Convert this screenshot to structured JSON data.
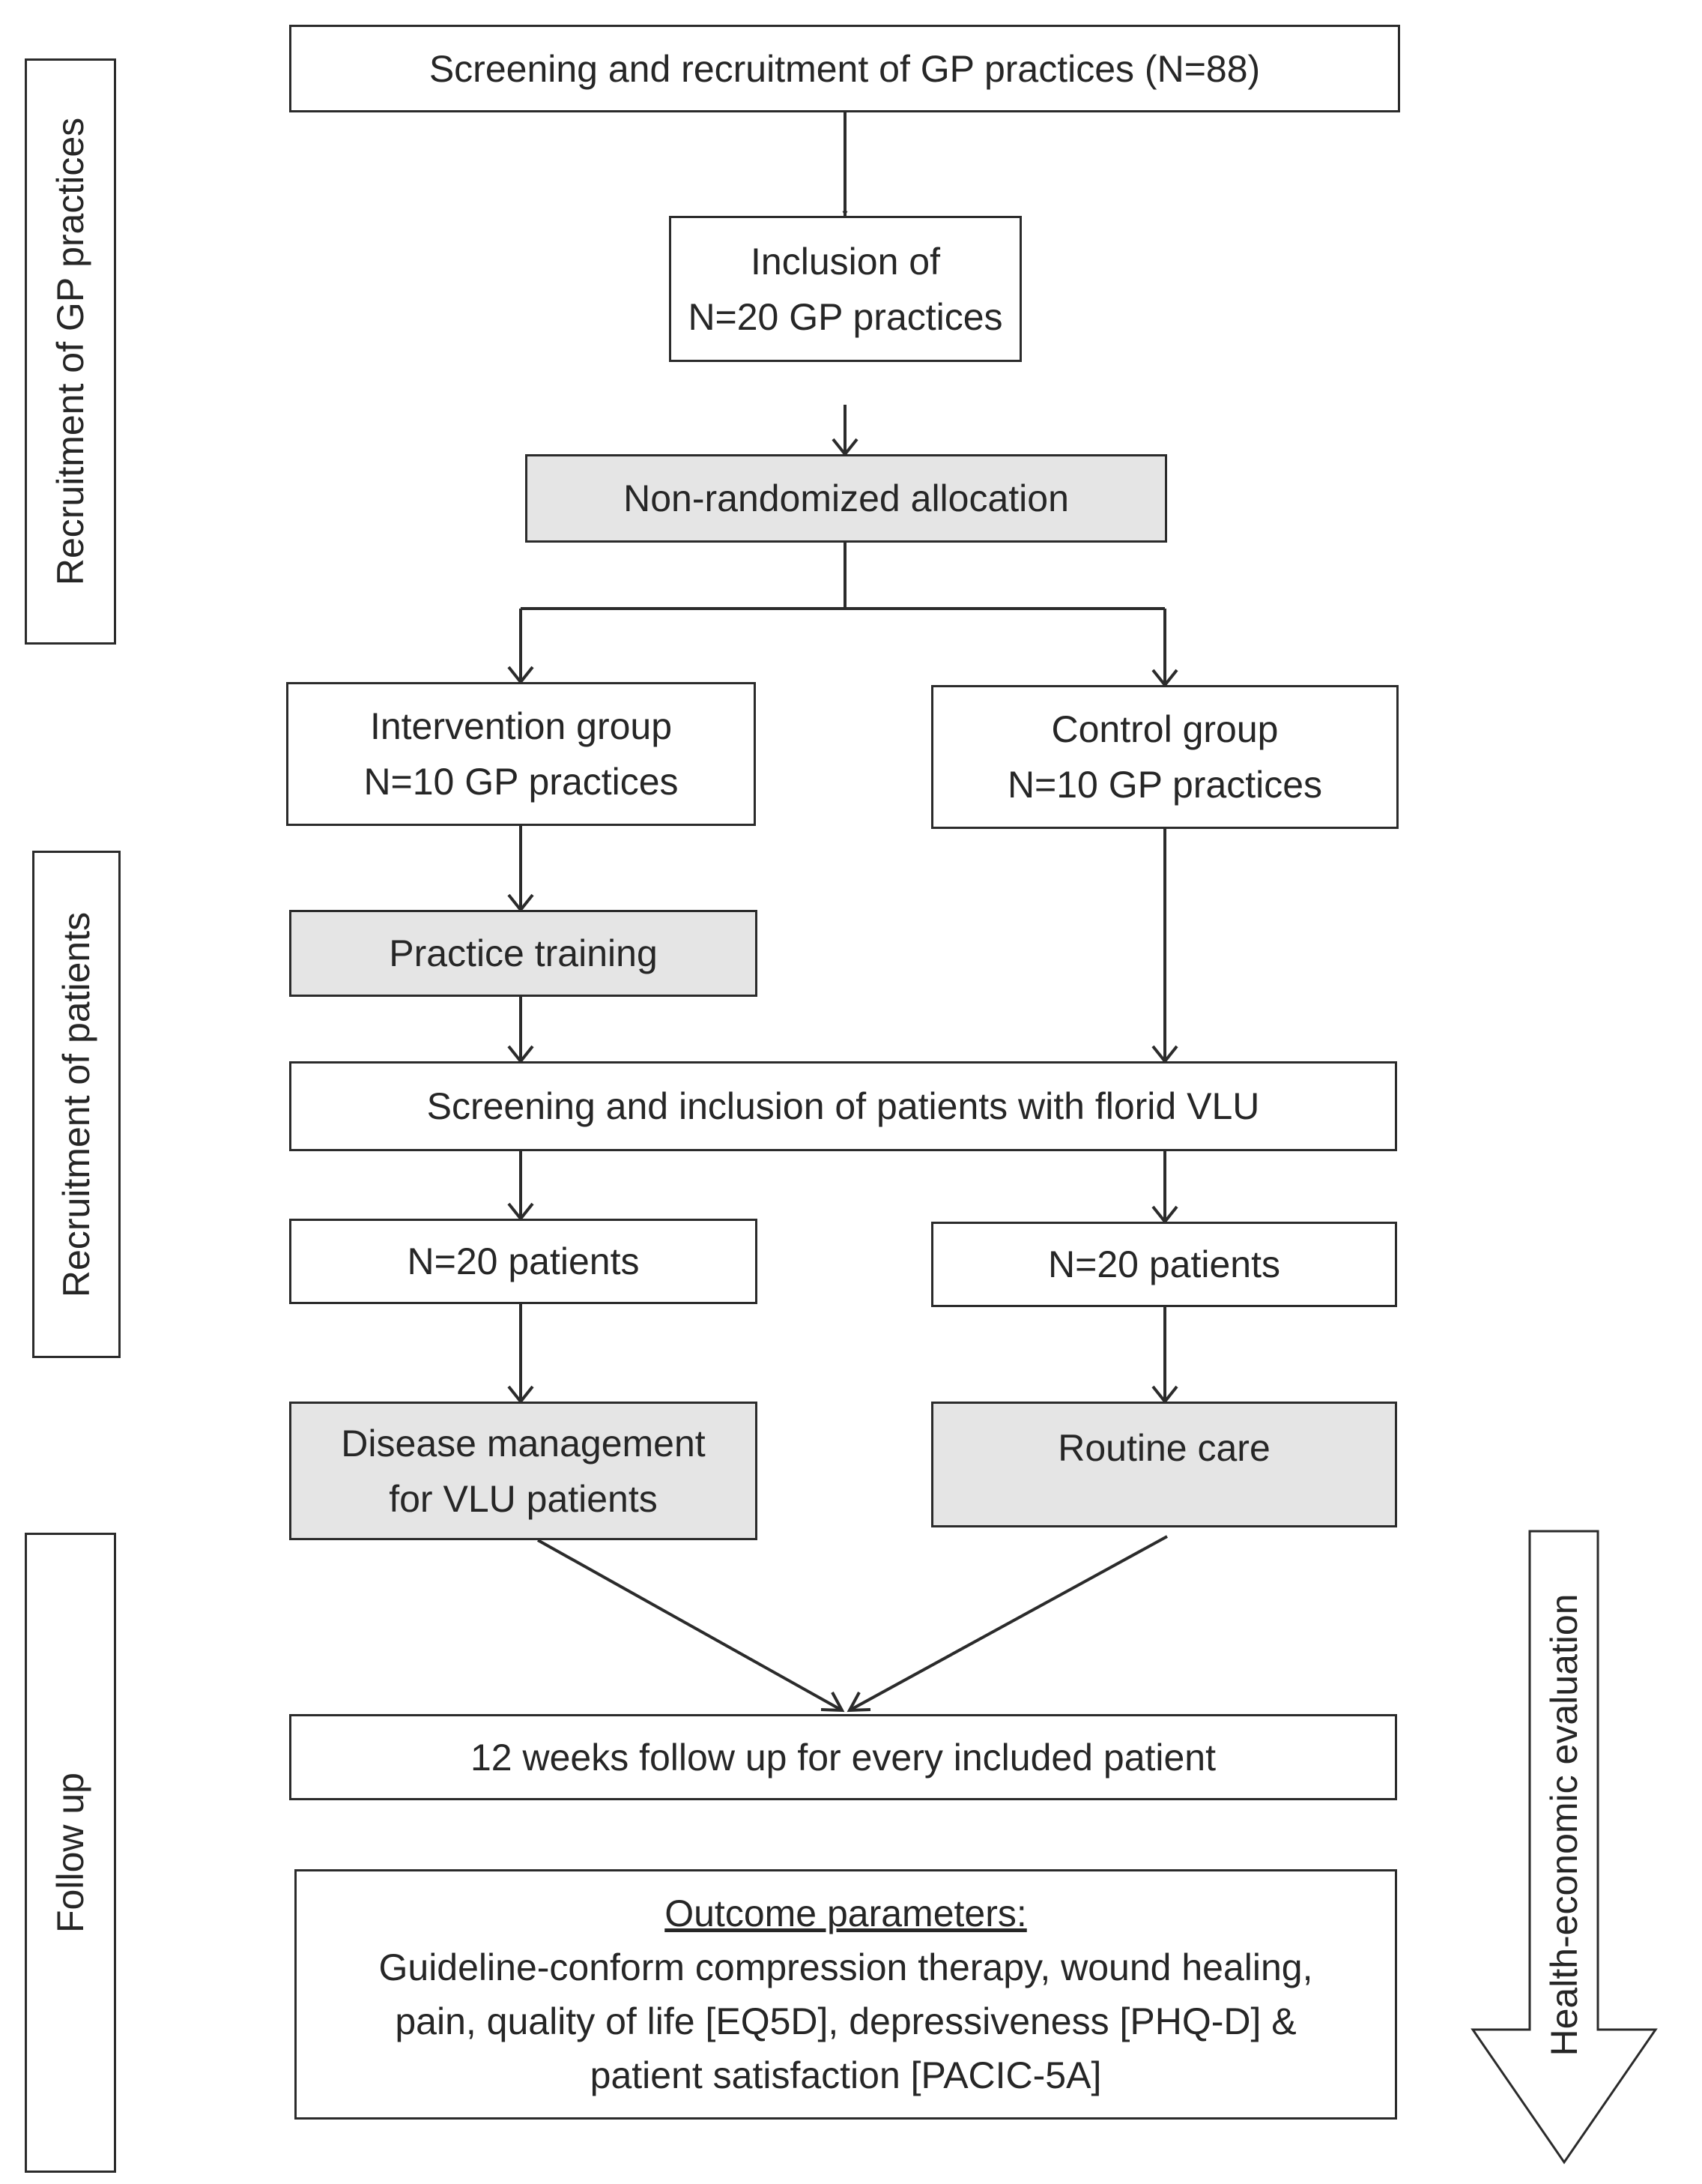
{
  "side_labels": {
    "gp_recruitment": "Recruitment of GP practices",
    "patient_recruitment": "Recruitment of patients",
    "follow_up": "Follow up",
    "health_economic": "Health-economic evaluation"
  },
  "boxes": {
    "screening_gp": "Screening and recruitment of GP practices (N=88)",
    "inclusion_line1": "Inclusion of",
    "inclusion_line2": "N=20 GP practices",
    "allocation": "Non-randomized allocation",
    "intervention_line1": "Intervention group",
    "intervention_line2": "N=10 GP practices",
    "control_line1": "Control group",
    "control_line2": "N=10 GP practices",
    "practice_training": "Practice training",
    "screening_patients": "Screening and inclusion of patients with florid VLU",
    "intervention_patients": "N=20 patients",
    "control_patients": "N=20 patients",
    "disease_mgmt_line1": "Disease management",
    "disease_mgmt_line2": "for VLU patients",
    "routine_care": "Routine care",
    "follow_up_box": "12 weeks follow up for every included patient",
    "outcome_title": "Outcome parameters:",
    "outcome_line1": "Guideline-conform compression therapy, wound healing,",
    "outcome_line2": "pain, quality of life [EQ5D], depressiveness [PHQ-D] &",
    "outcome_line3": "patient satisfaction [PACIC-5A]"
  }
}
